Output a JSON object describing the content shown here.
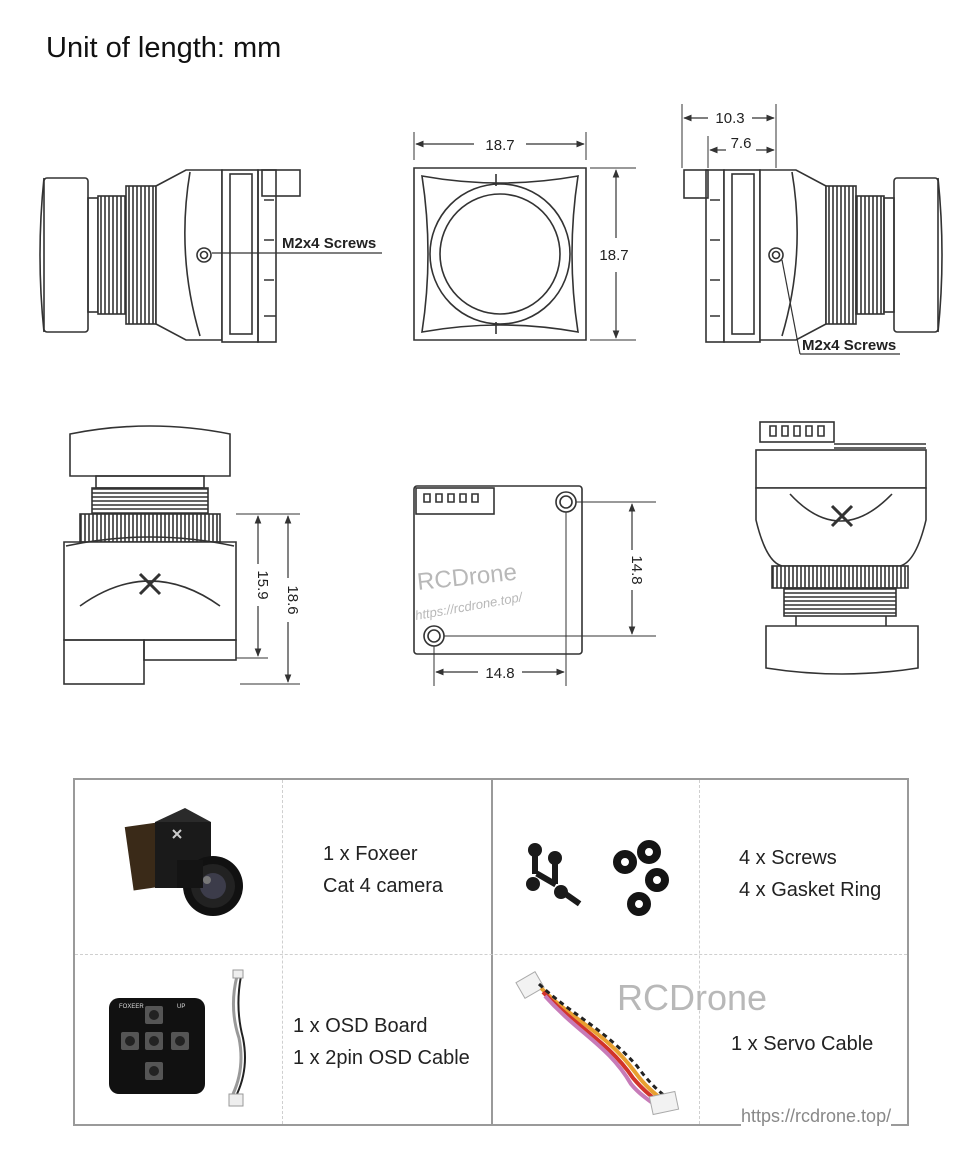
{
  "title": "Unit of length: mm",
  "dimensions": {
    "front_width": "18.7",
    "front_height": "18.7",
    "side_right_overall": "10.3",
    "side_right_inner": "7.6",
    "screws_left": "M2x4 Screws",
    "screws_right": "M2x4 Screws",
    "front_height_inner": "15.9",
    "front_height_outer": "18.6",
    "board_hole_vertical": "14.8",
    "board_hole_horizontal": "14.8"
  },
  "watermark": {
    "brand": "RCDrone",
    "url": "https://rcdrone.top/",
    "footer_url": "https://rcdrone.top/"
  },
  "package": {
    "camera": {
      "line1": "1 x Foxeer",
      "line2": "Cat 4 camera"
    },
    "screws": {
      "line1": "4 x  Screws",
      "line2": "4 x Gasket Ring"
    },
    "osd": {
      "line1": "1 x OSD Board",
      "line2": "1 x 2pin OSD Cable",
      "board_top_label": "FOXEER",
      "board_up_label": "UP"
    },
    "servo": {
      "line1": "1 x Servo Cable"
    }
  },
  "colors": {
    "line": "#333333",
    "border": "#9a9a9a",
    "watermark": "#b8b8b8"
  }
}
